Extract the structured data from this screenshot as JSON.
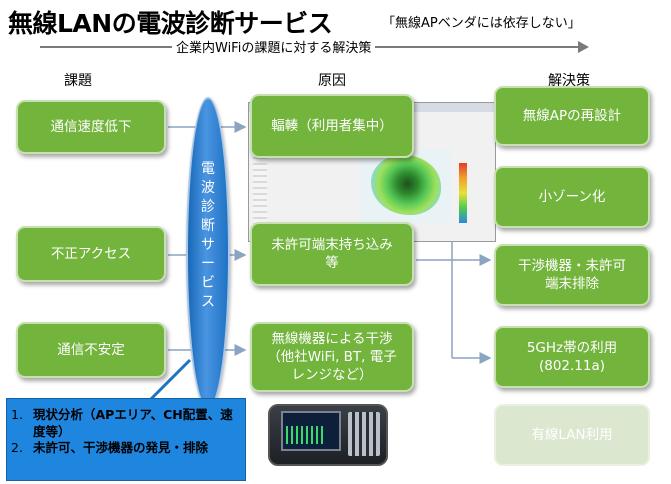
{
  "header": {
    "title": "無線LANの電波診断サービス",
    "title_note": "「無線APベンダには依存しない」",
    "subtitle": "企業内WiFiの課題に対する解決策"
  },
  "columns": {
    "issues": "課題",
    "causes": "原因",
    "solutions": "解決策"
  },
  "issues": [
    "通信速度低下",
    "不正アクセス",
    "通信不安定"
  ],
  "service_label": "電波診断サービス",
  "causes": [
    "輻輳（利用者集中）",
    "未許可端末持ち込み等",
    "無線機器による干渉（他社WiFi, BT, 電子レンジなど）"
  ],
  "solutions": [
    "無線APの再設計",
    "小ゾーン化",
    "干渉機器・未許可端末排除",
    "5GHz帯の利用(802.11a)",
    "有線LAN利用"
  ],
  "service_details": [
    {
      "num": "1.",
      "text": "現状分析（APエリア、CH配置、速度等）"
    },
    {
      "num": "2.",
      "text": "未許可、干渉機器の発見・排除"
    }
  ],
  "colors": {
    "box_green": "#72b43c",
    "box_disabled": "#dbe8cf",
    "service_blue": "#1f86e0",
    "connector": "#8aa4c2"
  }
}
